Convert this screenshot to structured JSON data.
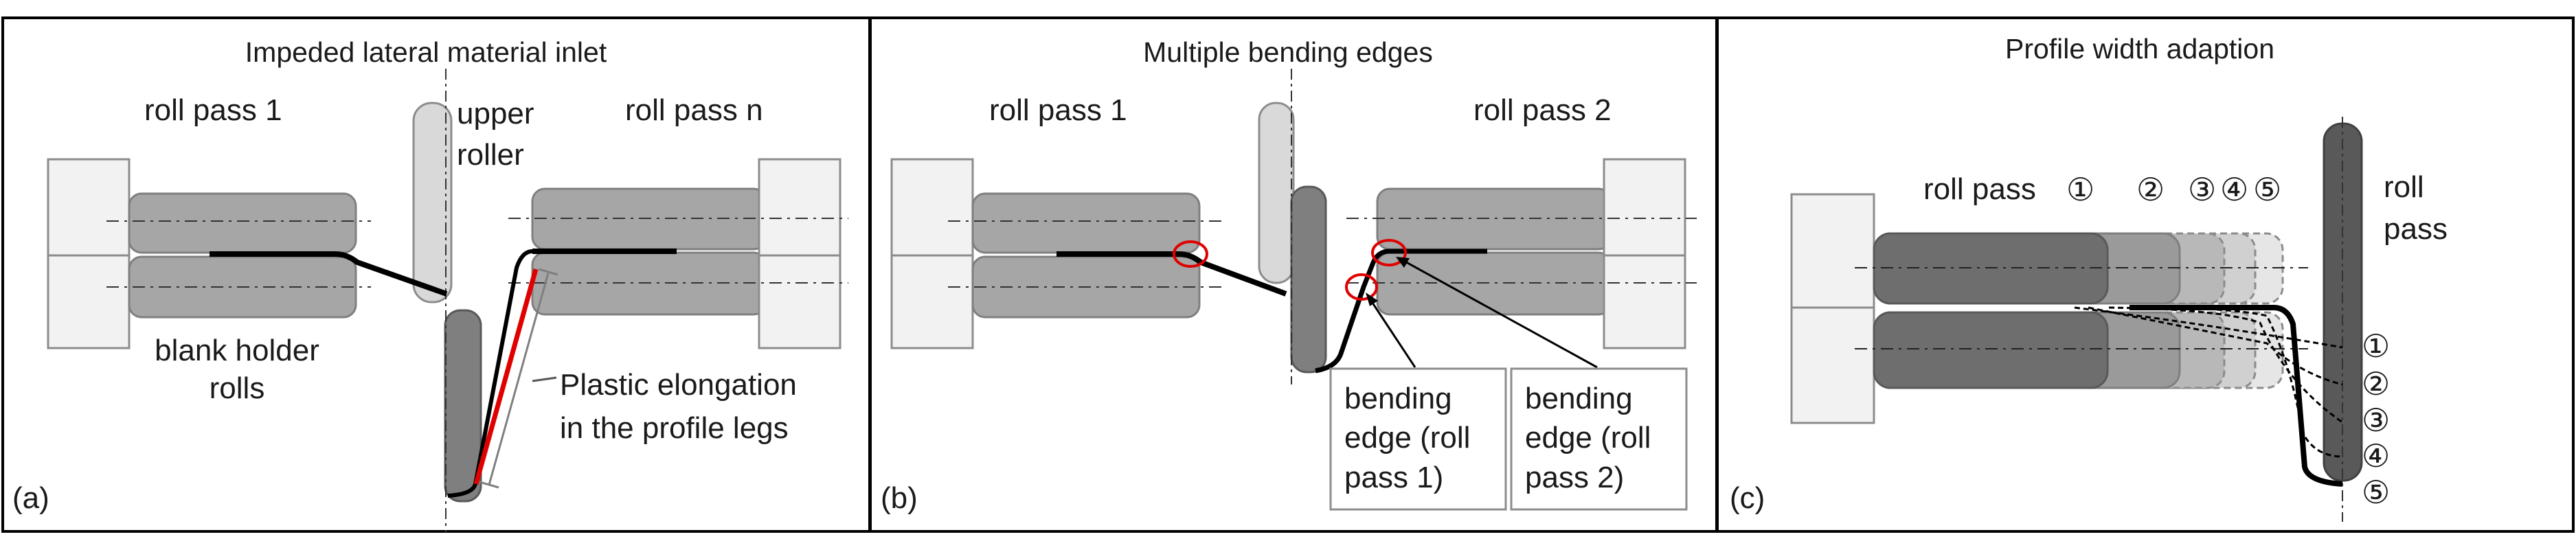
{
  "panel_a": {
    "title": "Impeded lateral material inlet",
    "roll_pass_1": "roll pass 1",
    "roll_pass_n": "roll pass n",
    "upper_roller_line1": "upper",
    "upper_roller_line2": "roller",
    "blank_holder_line1": "blank holder",
    "blank_holder_line2": "rolls",
    "elongation_line1": "Plastic elongation",
    "elongation_line2": "in the profile legs",
    "panel_label": "(a)"
  },
  "panel_b": {
    "title": "Multiple bending edges",
    "roll_pass_1": "roll pass 1",
    "roll_pass_2": "roll pass 2",
    "box1_line1": "bending",
    "box1_line2": "edge (roll",
    "box1_line3": "pass 1)",
    "box2_line1": "bending",
    "box2_line2": "edge (roll",
    "box2_line3": "pass 2)",
    "panel_label": "(b)"
  },
  "panel_c": {
    "title": "Profile width adaption",
    "roll_pass_label": "roll pass",
    "pass_nums_top": [
      "①",
      "②",
      "③",
      "④",
      "⑤"
    ],
    "roll_pass_right_line1": "roll",
    "roll_pass_right_line2": "pass",
    "pass_nums_right": [
      "①",
      "②",
      "③",
      "④",
      "⑤"
    ],
    "panel_label": "(c)"
  },
  "colors": {
    "roll_dark": "#7f7f7f",
    "roll_mid": "#a6a6a6",
    "roll_light": "#d9d9d9",
    "holder_box": "#f2f2f2",
    "red_highlight": "#e00000"
  }
}
